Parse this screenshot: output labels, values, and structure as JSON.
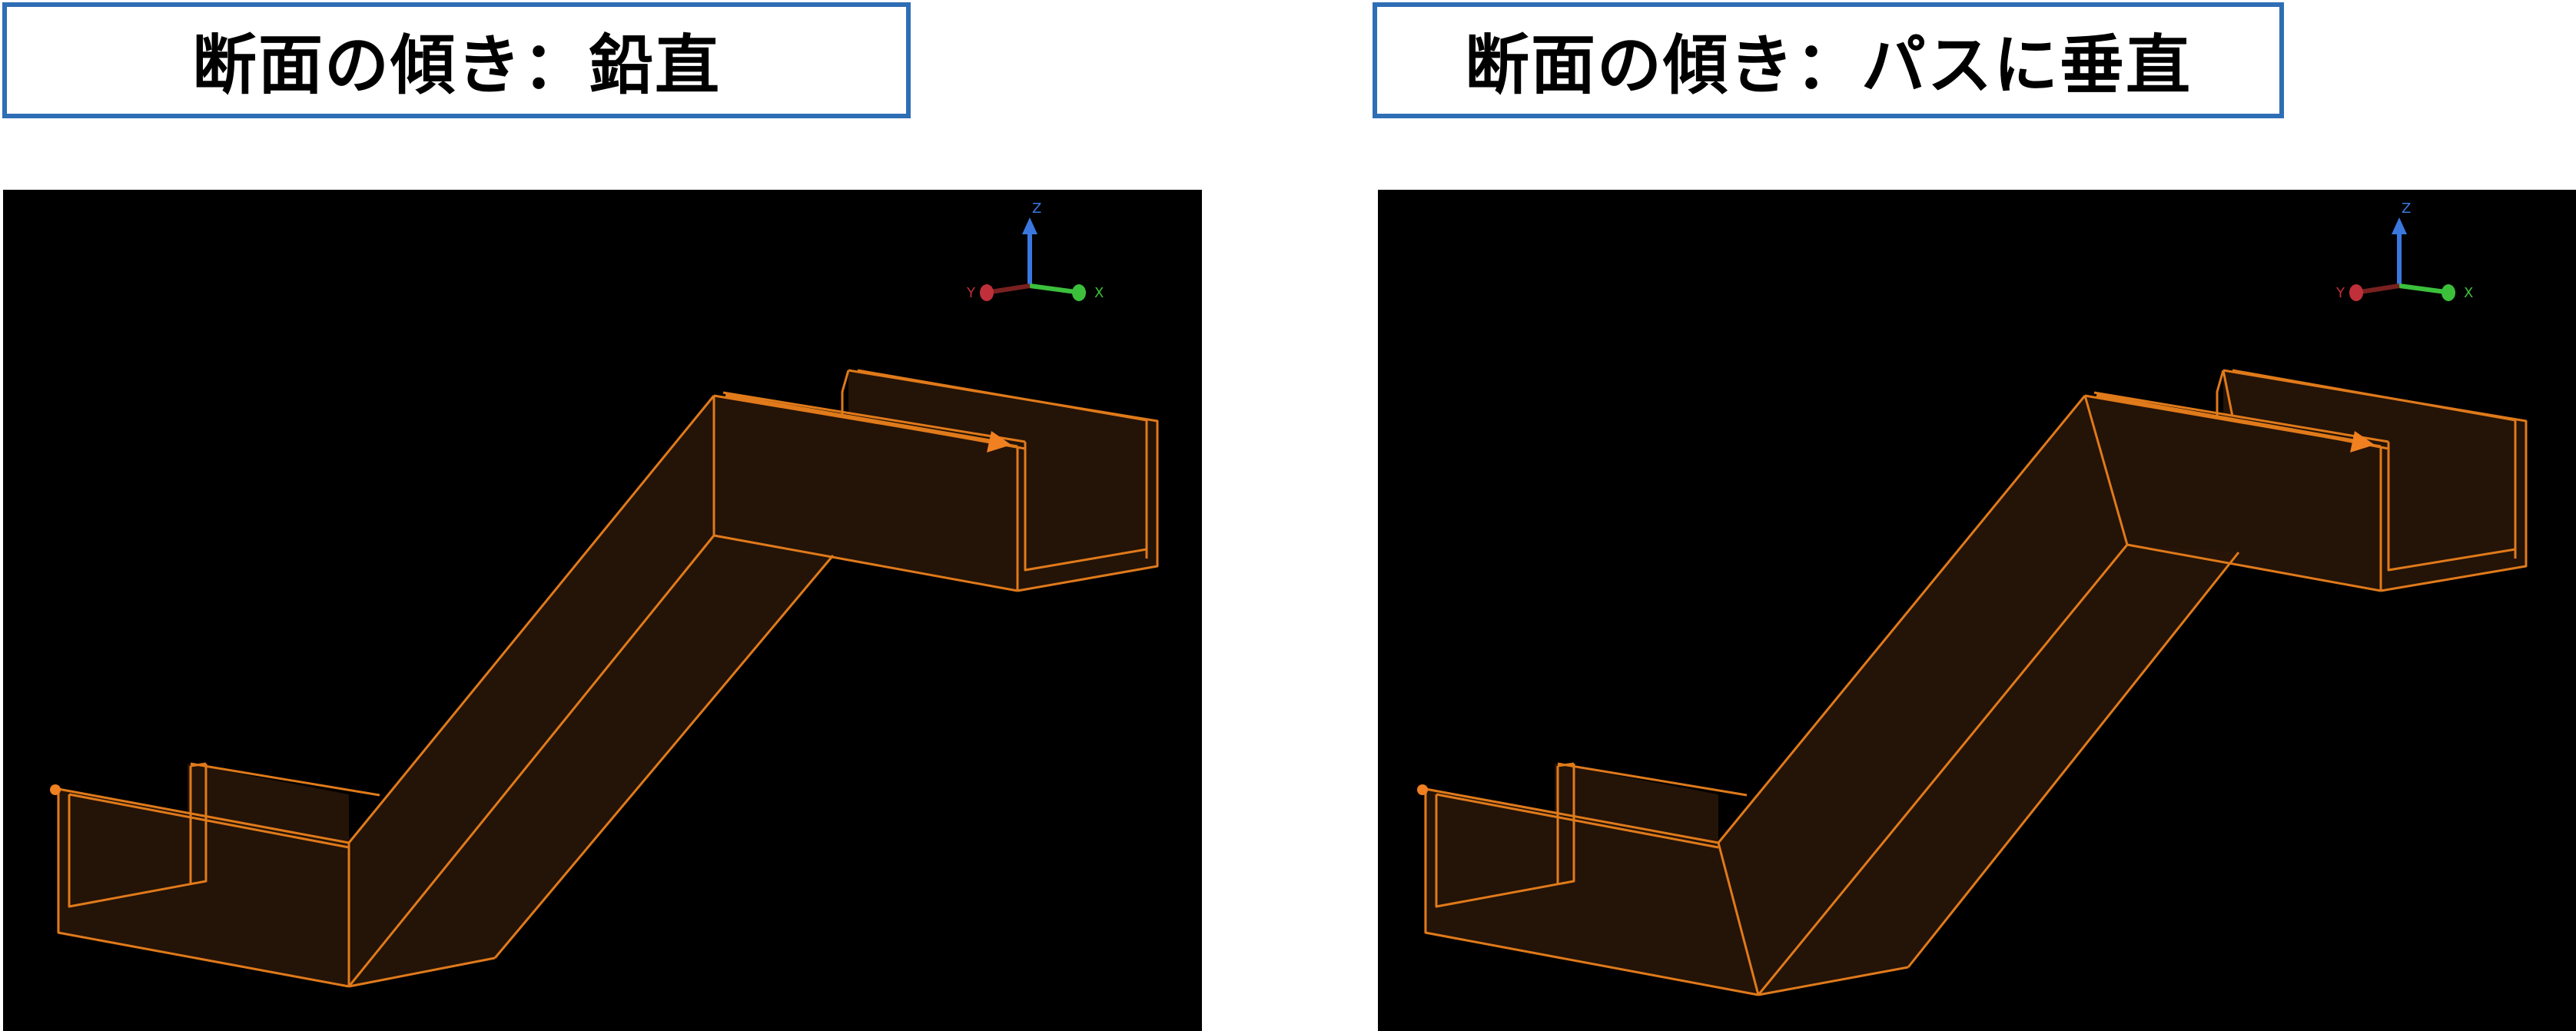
{
  "panels": [
    {
      "title": "断面の傾き：鉛直",
      "axes": {
        "z": "Z",
        "y": "Y",
        "x": "X"
      }
    },
    {
      "title": "断面の傾き：パスに垂直",
      "axes": {
        "z": "Z",
        "y": "Y",
        "x": "X"
      }
    }
  ],
  "colors": {
    "title_border": "#2e6eb5",
    "viewport_bg": "#000000",
    "edge": "#e07a1a",
    "face_fill": "#2a1608",
    "axis_z": "#3a78e0",
    "axis_y": "#c0303a",
    "axis_x": "#3cc03c"
  }
}
